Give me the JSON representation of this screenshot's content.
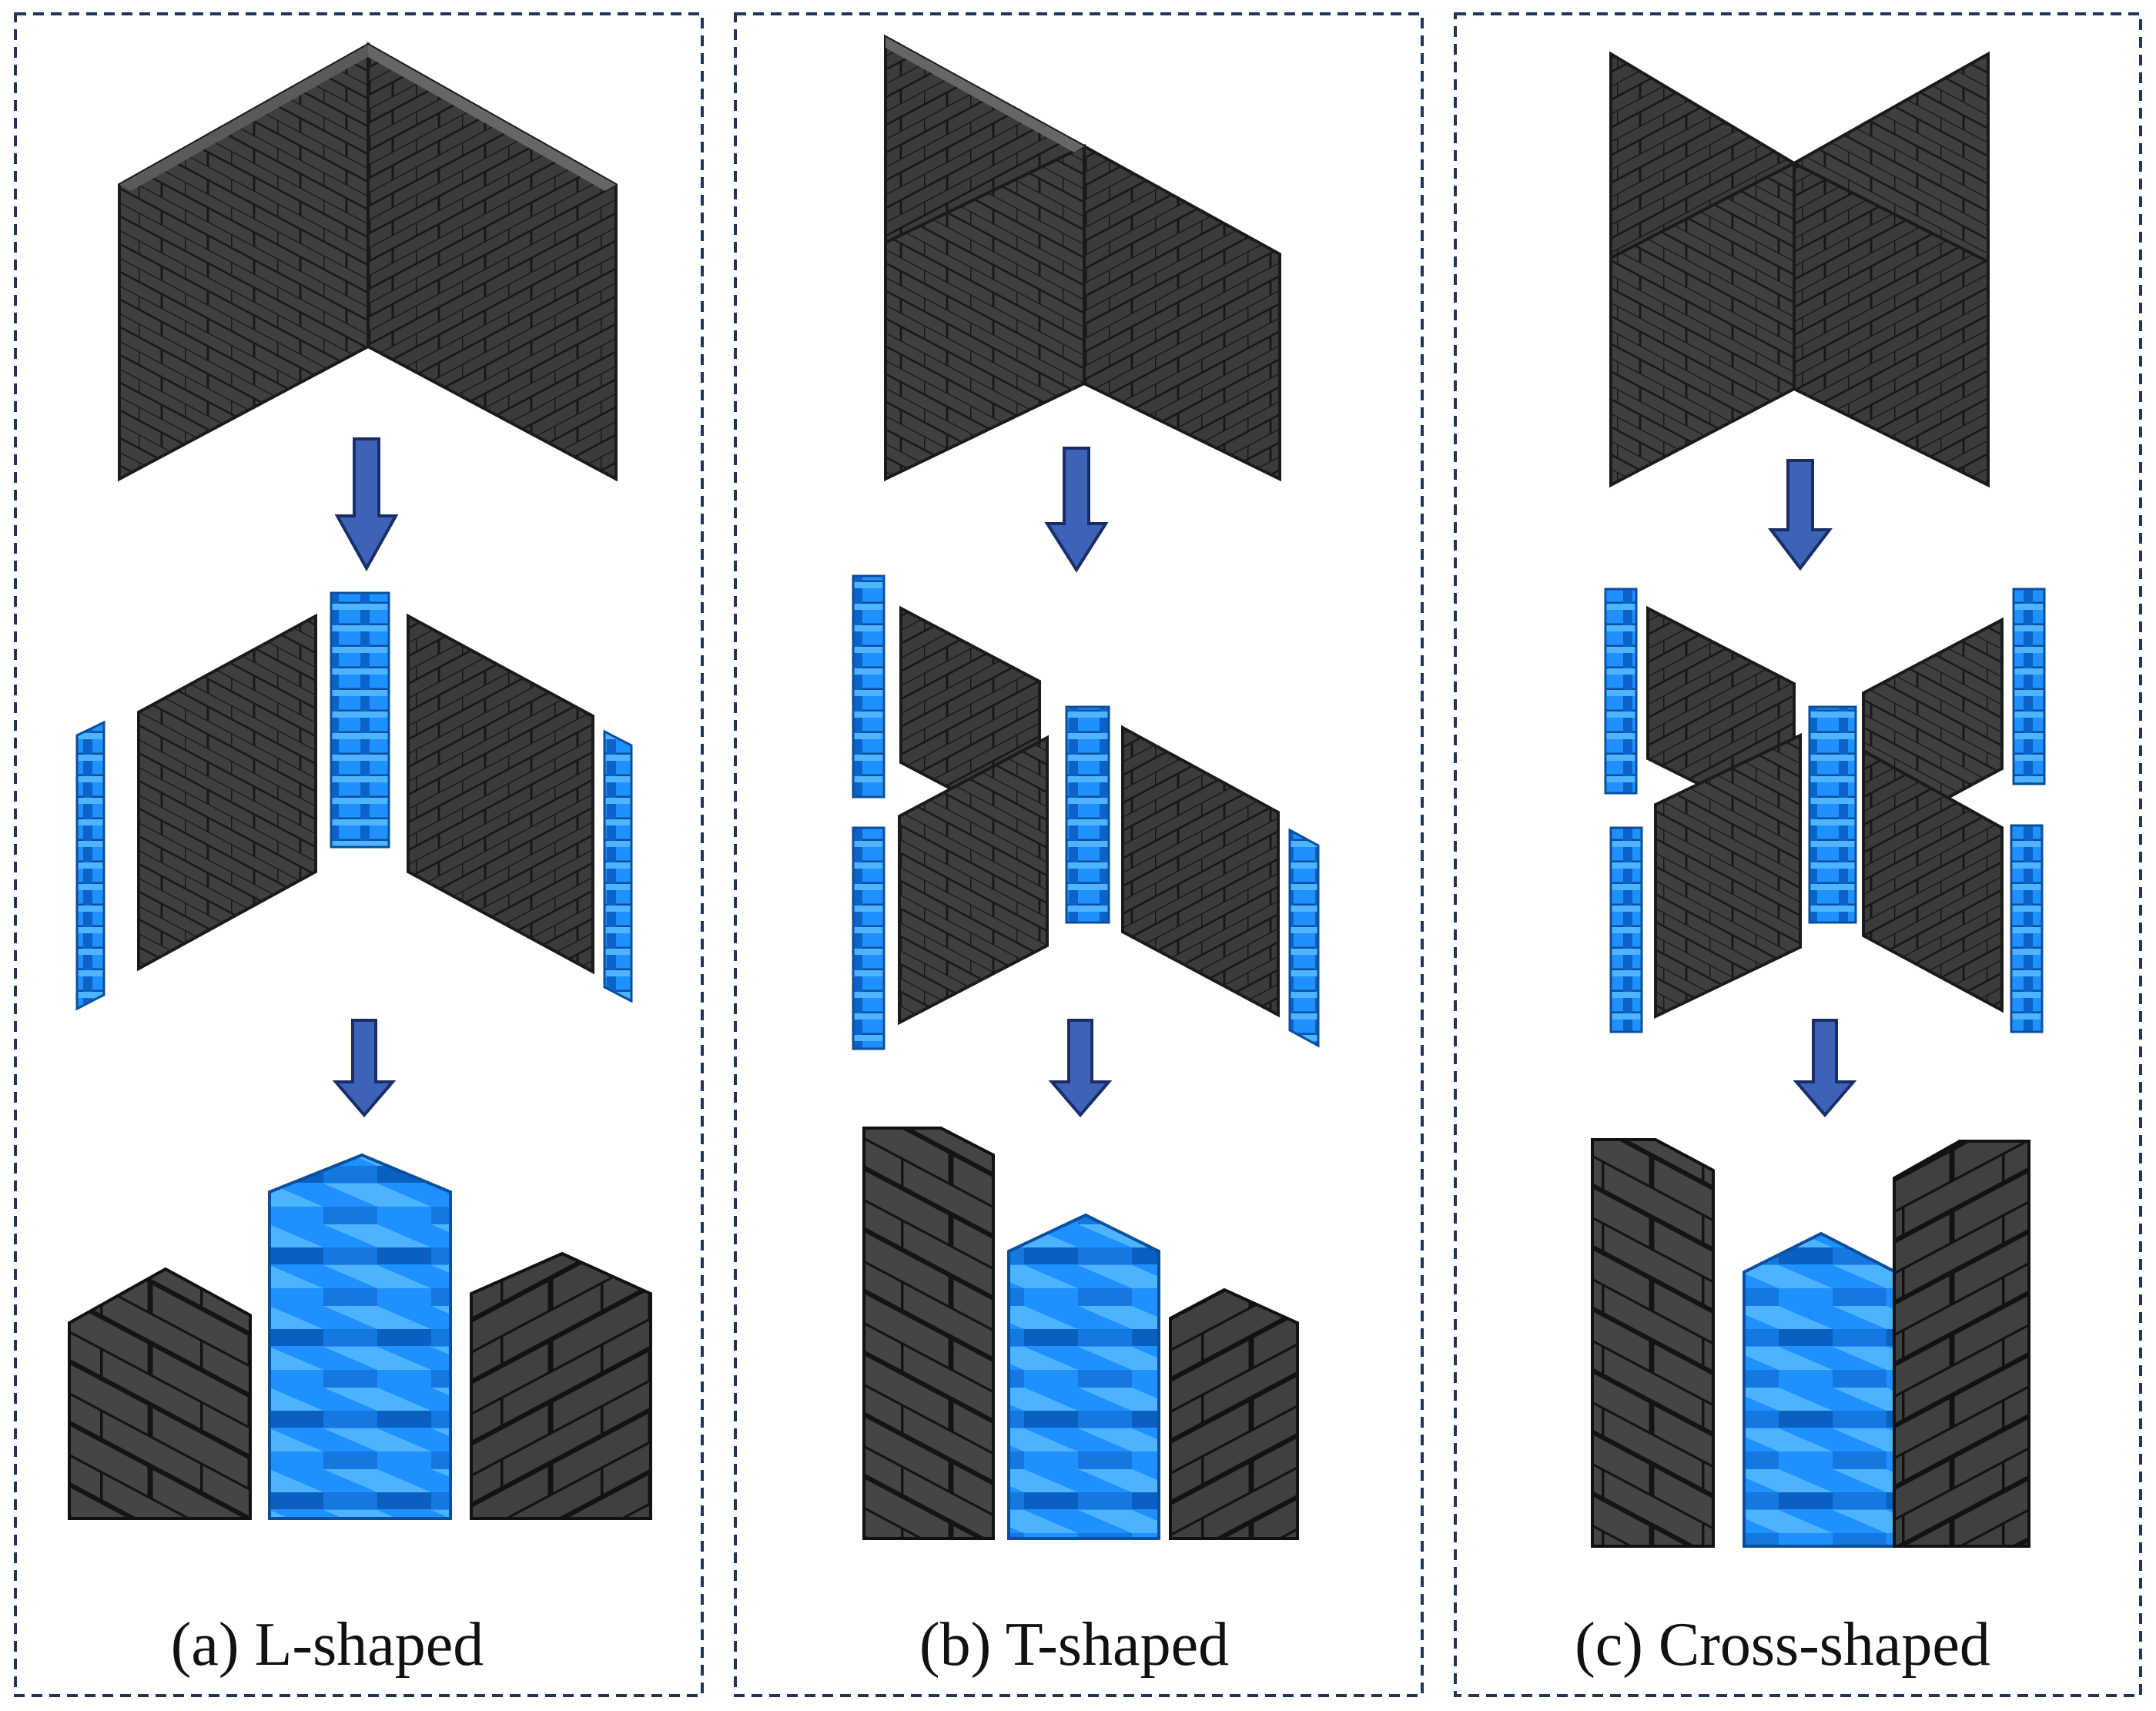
{
  "figure": {
    "colors": {
      "brick_dark": "#3a3a3a",
      "brick_mid": "#4a4a4a",
      "brick_light": "#5e5e5e",
      "mortar": "#1b1b1b",
      "joint_top": "#36a8ff",
      "joint_front": "#1e90ff",
      "joint_side": "#0b5fc0",
      "arrow_fill": "#3c63b8",
      "arrow_stroke": "#1a2d66",
      "frame": "#1f3559"
    },
    "panels": [
      {
        "id": "a",
        "caption": "(a) L-shaped",
        "icon": "l-shaped-wall"
      },
      {
        "id": "b",
        "caption": "(b) T-shaped",
        "icon": "t-shaped-wall"
      },
      {
        "id": "c",
        "caption": "(c) Cross-shaped",
        "icon": "cross-shaped-wall"
      }
    ]
  }
}
